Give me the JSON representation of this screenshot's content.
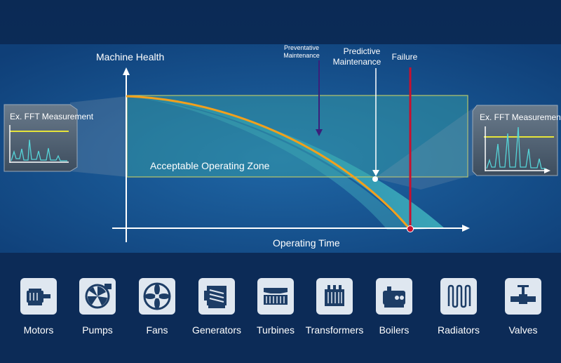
{
  "diagram": {
    "y_axis_label": "Machine Health",
    "x_axis_label": "Operating Time",
    "zone_label": "Acceptable Operating Zone",
    "markers": {
      "preventative_line1": "Preventative",
      "preventative_line2": "Maintenance",
      "predictive_line1": "Predictive",
      "predictive_line2": "Maintenance",
      "failure": "Failure"
    },
    "fft_left_title": "Ex. FFT Measurement",
    "fft_right_title": "Ex. FFT Measurement"
  },
  "equipment": [
    {
      "label": "Motors",
      "icon": "motor-icon"
    },
    {
      "label": "Pumps",
      "icon": "pump-icon"
    },
    {
      "label": "Fans",
      "icon": "fan-icon"
    },
    {
      "label": "Generators",
      "icon": "generator-icon"
    },
    {
      "label": "Turbines",
      "icon": "turbine-icon"
    },
    {
      "label": "Transformers",
      "icon": "transformer-icon"
    },
    {
      "label": "Boilers",
      "icon": "boiler-icon"
    },
    {
      "label": "Radiators",
      "icon": "radiator-icon"
    },
    {
      "label": "Valves",
      "icon": "valve-icon"
    }
  ],
  "colors": {
    "curve": "#f2a01c",
    "failure": "#c8102e",
    "zone": "#3aa6a8",
    "preventative": "#3b1f7a"
  }
}
